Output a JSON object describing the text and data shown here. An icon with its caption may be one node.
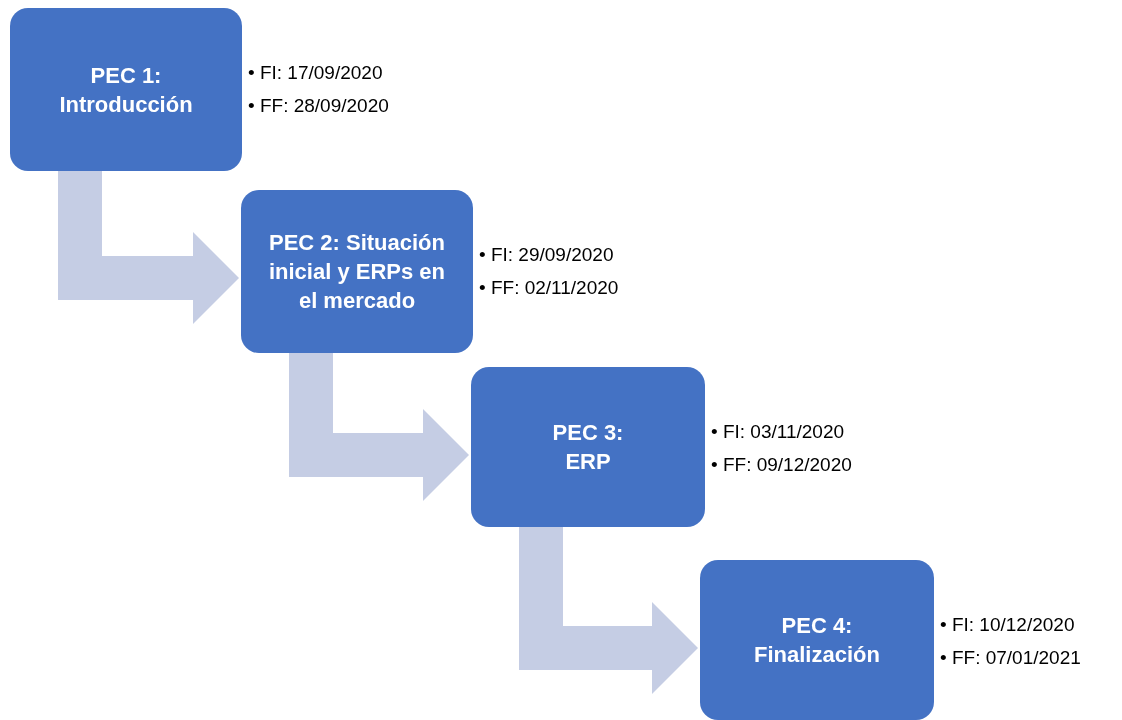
{
  "diagram": {
    "nodes": [
      {
        "text": [
          "PEC 1: Introducción"
        ],
        "beside": [
          "• FI: 17/09/2020",
          "• FF: 28/09/2020"
        ]
      },
      {
        "text": [
          "PEC 2: Situación inicial y ERPs en el mercado"
        ],
        "beside": [
          "• FI: 29/09/2020",
          "• FF: 02/11/2020"
        ]
      },
      {
        "text": [
          "PEC 3: ERP"
        ],
        "beside": [
          "• FI: 03/11/2020",
          "• FF: 09/12/2020"
        ]
      },
      {
        "text": [
          "PEC 4: Finalización"
        ],
        "beside": [
          "• FI: 10/12/2020",
          "• FF: 07/01/2021"
        ]
      }
    ],
    "edges": [
      {
        "from": 0,
        "to": 1,
        "arrow": "to"
      },
      {
        "from": 1,
        "to": 2,
        "arrow": "to"
      },
      {
        "from": 2,
        "to": 3,
        "arrow": "to"
      }
    ]
  }
}
